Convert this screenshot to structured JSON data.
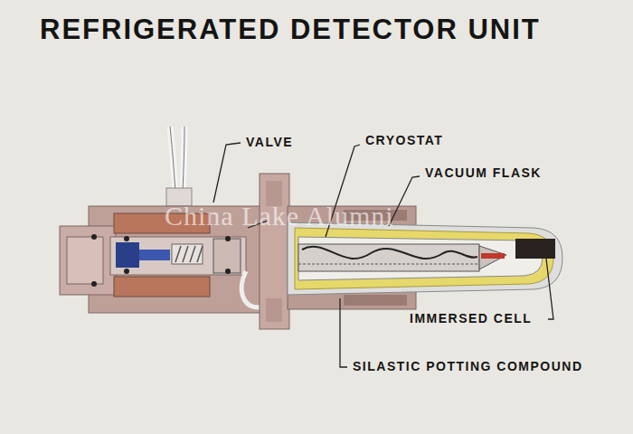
{
  "diagram": {
    "title": "REFRIGERATED DETECTOR UNIT",
    "labels": [
      "VALVE",
      "CRYOSTAT",
      "VACUUM FLASK",
      "IMMERSED CELL",
      "SILASTIC POTTING COMPOUND",
      "China Lake Alumni"
    ]
  }
}
